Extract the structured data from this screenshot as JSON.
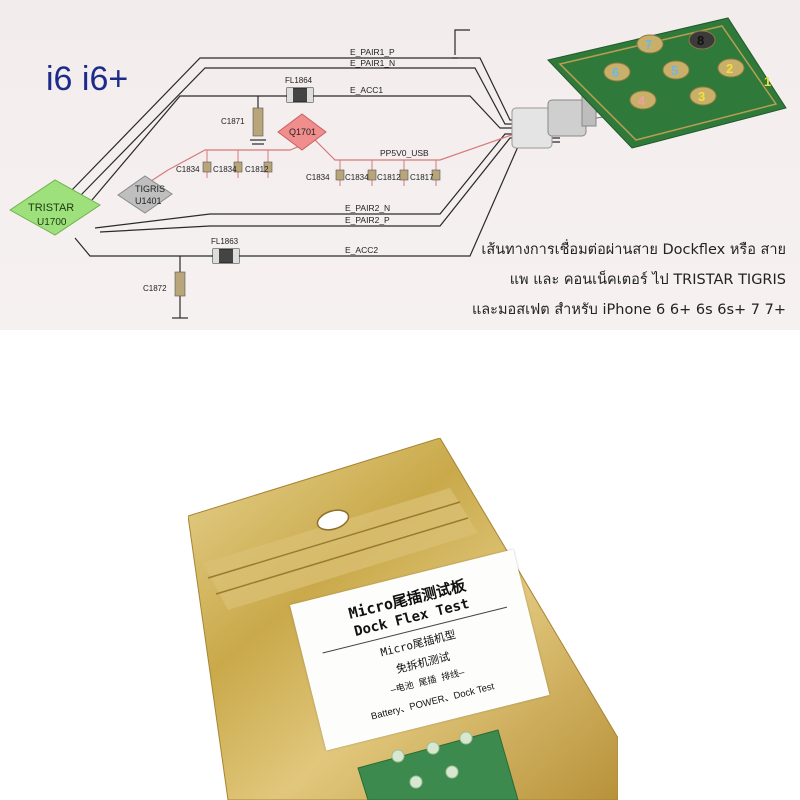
{
  "title": "i6 i6+",
  "components": {
    "tristar": {
      "name": "TRISTAR",
      "ref": "U1700"
    },
    "tigris": {
      "name": "TIGRIS",
      "ref": "U1401"
    },
    "mosfet": {
      "ref": "Q1701"
    },
    "fl1864": "FL1864",
    "fl1863": "FL1863",
    "c1871": "C1871",
    "c1872": "C1872",
    "caps_left": [
      "C1834",
      "C1834",
      "C1812"
    ],
    "caps_right": [
      "C1834",
      "C1834",
      "C1812",
      "C1817"
    ]
  },
  "nets": {
    "e_pair1_p": "E_PAIR1_P",
    "e_pair1_n": "E_PAIR1_N",
    "e_acc1": "E_ACC1",
    "pp5v0_usb": "PP5V0_USB",
    "e_pair2_n": "E_PAIR2_N",
    "e_pair2_p": "E_PAIR2_P",
    "e_acc2": "E_ACC2"
  },
  "test_pads": [
    "1",
    "2",
    "3",
    "4",
    "5",
    "6",
    "7",
    "8"
  ],
  "caption": [
    "เส้นทางการเชื่อมต่อผ่านสาย Dockflex หรือ สาย",
    "แพ และ คอนเน็คเตอร์ ไป TRISTAR TIGRIS",
    "และมอสเฟต สำหรับ iPhone 6 6+ 6s 6s+ 7 7+"
  ],
  "product_label": {
    "line1": "Micro尾插测试板",
    "line2": "Dock Flex Test",
    "line3": "Micro尾插机型",
    "line4": "免拆机测试",
    "line5": "—电池 尾插 排线—",
    "line6": "Battery、POWER、Dock Test"
  },
  "colors": {
    "tristar": "#9ee07c",
    "tigris": "#bfbfbf",
    "mosfet": "#f08d8d",
    "title": "#1c2b8a",
    "pcb": "#2f7a3a",
    "bag": "#c9a94a"
  }
}
